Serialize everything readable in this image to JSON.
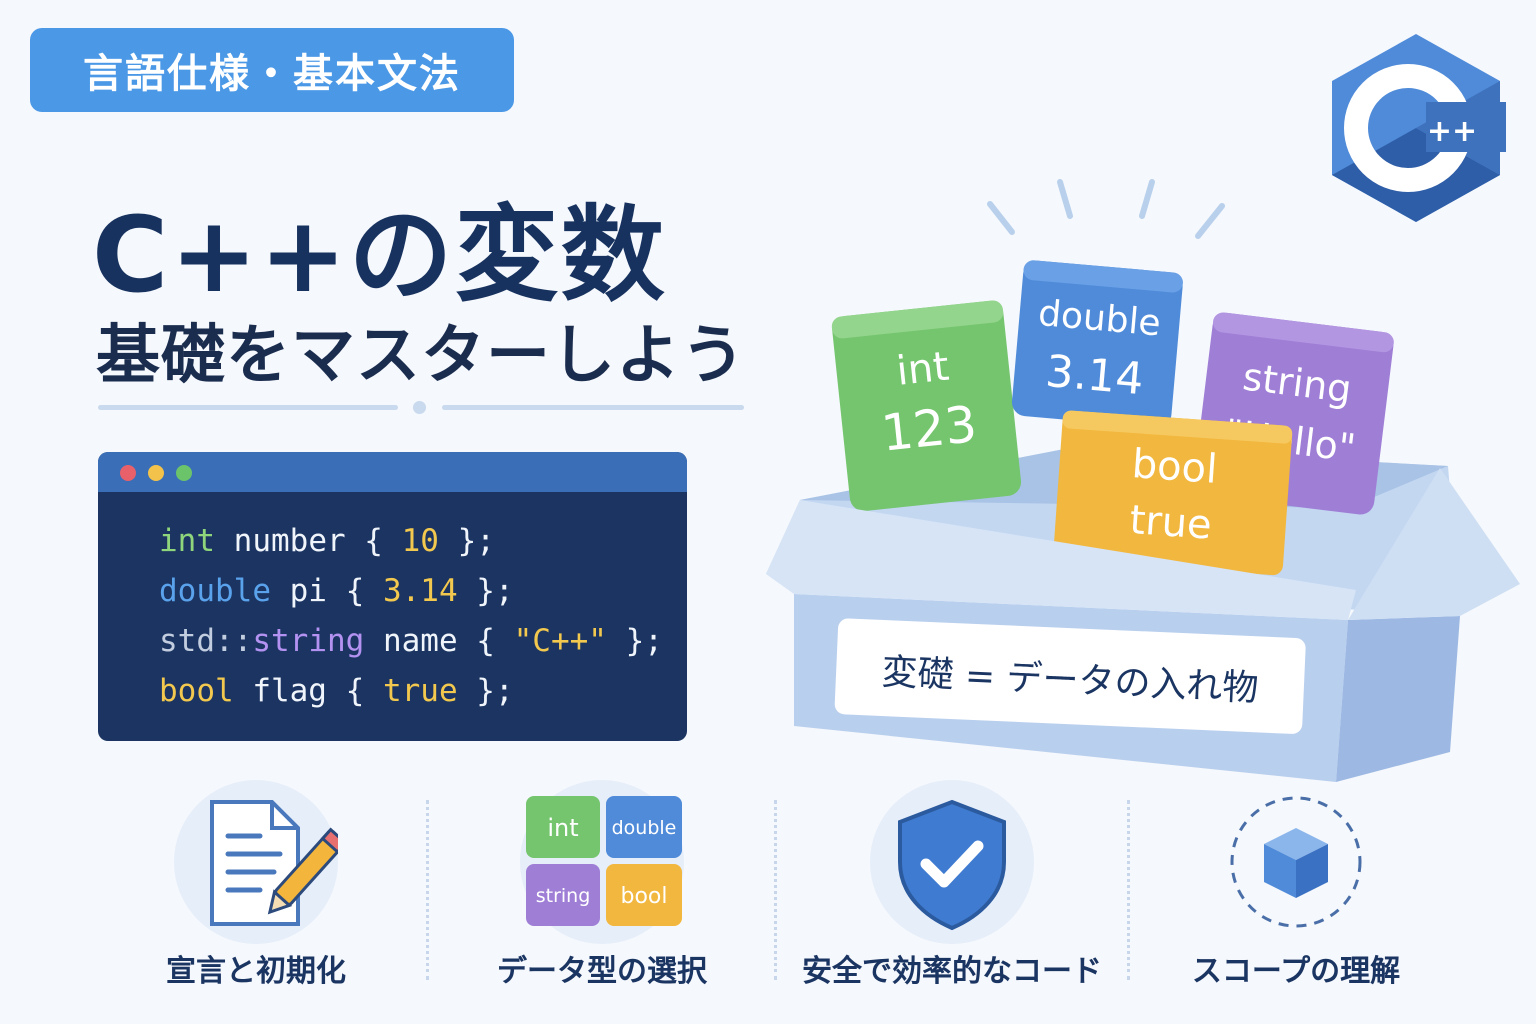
{
  "category_tag": "言語仕様・基本文法",
  "logo": {
    "text": "C++",
    "icon": "cpp-logo-icon"
  },
  "title": "C++の変数",
  "subtitle": "基礎をマスターしよう",
  "code": {
    "lines": [
      [
        {
          "t": "int",
          "c": "green"
        },
        {
          "t": " number { ",
          "c": "white"
        },
        {
          "t": "10",
          "c": "yellow"
        },
        {
          "t": " };",
          "c": "white"
        }
      ],
      [
        {
          "t": "double",
          "c": "blue"
        },
        {
          "t": " pi { ",
          "c": "white"
        },
        {
          "t": "3.14",
          "c": "yellow"
        },
        {
          "t": " };",
          "c": "white"
        }
      ],
      [
        {
          "t": "std::",
          "c": "grey"
        },
        {
          "t": "string",
          "c": "purple"
        },
        {
          "t": " name { ",
          "c": "white"
        },
        {
          "t": "\"C++\"",
          "c": "yellow"
        },
        {
          "t": " };",
          "c": "white"
        }
      ],
      [
        {
          "t": "bool",
          "c": "yellow"
        },
        {
          "t": " flag { ",
          "c": "white"
        },
        {
          "t": "true",
          "c": "yellow"
        },
        {
          "t": " };",
          "c": "white"
        }
      ]
    ]
  },
  "illustration": {
    "blocks": [
      {
        "type": "int",
        "value": "123",
        "color": "#74c56e"
      },
      {
        "type": "double",
        "value": "3.14",
        "color": "#4f8bd9"
      },
      {
        "type": "string",
        "value": "\"Hello\"",
        "color": "#9f7ed6"
      },
      {
        "type": "bool",
        "value": "true",
        "color": "#f2b73e"
      }
    ],
    "box_label": "変礎 = データの入れ物"
  },
  "features": [
    {
      "label": "宣言と初期化",
      "icon": "document-pencil-icon"
    },
    {
      "label": "データ型の選択",
      "icon": "data-types-grid-icon",
      "tiles": [
        "int",
        "double",
        "string",
        "bool"
      ]
    },
    {
      "label": "安全で効率的なコード",
      "icon": "shield-check-icon"
    },
    {
      "label": "スコープの理解",
      "icon": "cube-scope-icon"
    }
  ],
  "colors": {
    "accent": "#4a98e6",
    "navy": "#17325f",
    "green": "#74c56e",
    "blue": "#4f8bd9",
    "purple": "#9f7ed6",
    "yellow": "#f2b73e"
  }
}
